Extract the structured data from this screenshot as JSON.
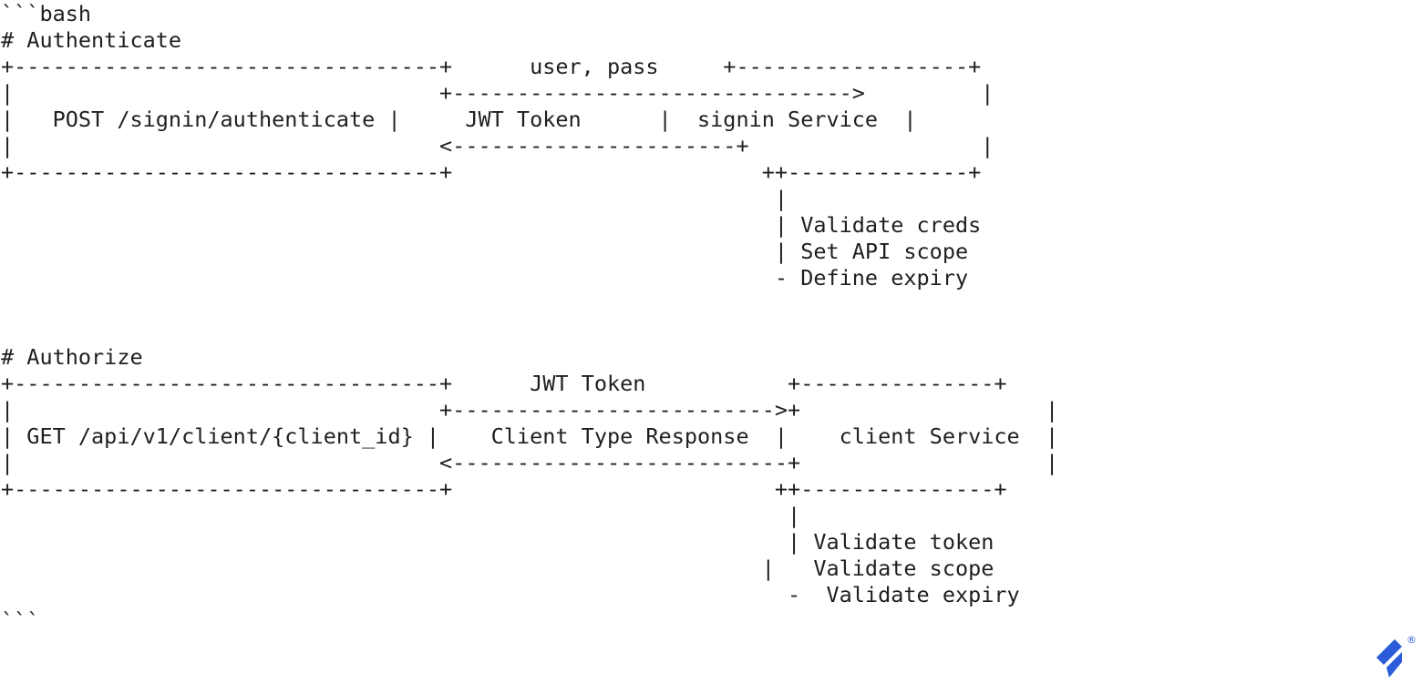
{
  "code_block": {
    "fence_open": "```bash",
    "fence_close": "```",
    "authenticate": {
      "comment": "# Authenticate",
      "request_box": "POST /signin/authenticate",
      "forward_label": "user, pass",
      "return_label": "JWT Token",
      "service_box": "signin Service",
      "service_steps": [
        "Validate creds",
        "Set API scope",
        "Define expiry"
      ]
    },
    "authorize": {
      "comment": "# Authorize",
      "request_box": "GET /api/v1/client/{client_id}",
      "forward_label": "JWT Token",
      "return_label": "Client Type Response",
      "service_box": "client Service",
      "service_steps": [
        "Validate token",
        "Validate scope",
        "Validate expiry"
      ]
    },
    "ascii_lines": [
      "```bash",
      "# Authenticate",
      "+---------------------------------+      user, pass     +------------------+",
      "|                                 +------------------------------->         |",
      "|   POST /signin/authenticate |     JWT Token      |  signin Service  |",
      "|                                 <----------------------+                  |",
      "+---------------------------------+                        ++--------------+",
      "                                                            |",
      "                                                            | Validate creds",
      "                                                            | Set API scope",
      "                                                            - Define expiry",
      "",
      "",
      "# Authorize",
      "+---------------------------------+      JWT Token           +---------------+",
      "|                                 +------------------------->+                   |",
      "| GET /api/v1/client/{client_id} |    Client Type Response  |    client Service  |",
      "|                                 <--------------------------+                   |",
      "+---------------------------------+                         ++---------------+",
      "                                                             |",
      "                                                             | Validate token",
      "                                                           |   Validate scope",
      "                                                             -  Validate expiry",
      "```"
    ]
  },
  "branding": {
    "logomark": "toptal-logomark",
    "registered_symbol": "®",
    "brand_blue": "#2b5cd9"
  },
  "colors": {
    "text": "#1f1f1f",
    "background": "#ffffff"
  }
}
